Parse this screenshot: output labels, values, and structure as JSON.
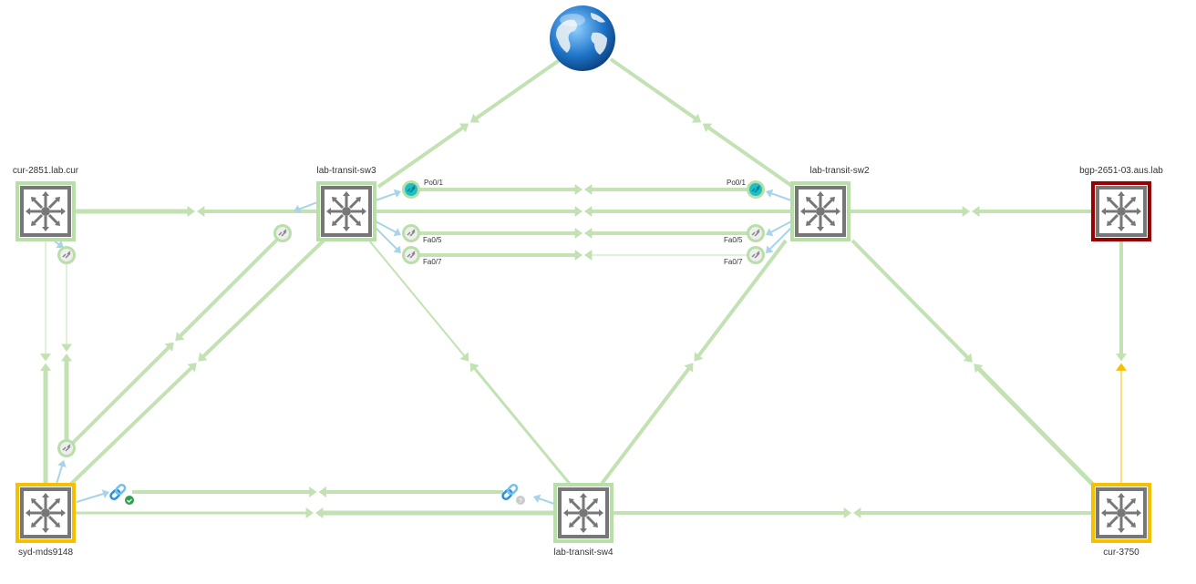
{
  "colors": {
    "link": "#c2e2b4",
    "ok": "#b9dfa8",
    "warning": "#f5c000",
    "critical": "#9b0000",
    "info_arrow": "#a8d4e8",
    "icon_gray": "#777777",
    "port_active": "#1bbfc8"
  },
  "internet": {
    "name": "internet-globe"
  },
  "nodes": [
    {
      "id": "cur2851",
      "label": "cur-2851.lab.cur",
      "status": "ok"
    },
    {
      "id": "sw3",
      "label": "lab-transit-sw3",
      "status": "ok"
    },
    {
      "id": "sw2",
      "label": "lab-transit-sw2",
      "status": "ok"
    },
    {
      "id": "bgp",
      "label": "bgp-2651-03.aus.lab",
      "status": "critical"
    },
    {
      "id": "syd",
      "label": "syd-mds9148",
      "status": "warning"
    },
    {
      "id": "sw4",
      "label": "lab-transit-sw4",
      "status": "ok"
    },
    {
      "id": "cur3750",
      "label": "cur-3750",
      "status": "warning"
    }
  ],
  "ports": {
    "sw3": [
      "Po0/1",
      "Fa0/5",
      "Fa0/7"
    ],
    "sw2": [
      "Po0/1",
      "Fa0/5",
      "Fa0/7"
    ]
  },
  "badges": {
    "syd_link_status": "ok",
    "sw4_link_status": "?"
  }
}
